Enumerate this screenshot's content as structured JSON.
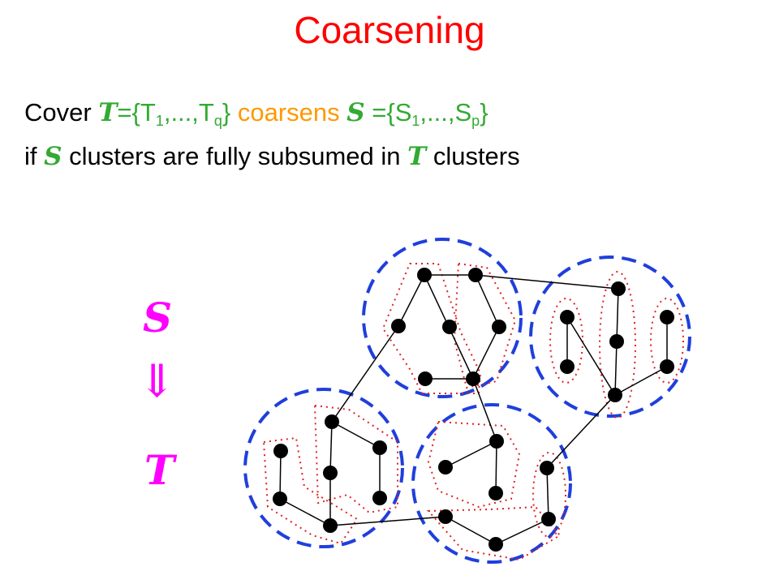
{
  "title": "Coarsening",
  "statement": {
    "cover_word": "Cover",
    "t_symbol": "T",
    "t_set_open": "={T",
    "t_sub1": "1",
    "t_mid": ",...,T",
    "t_subq": "q",
    "t_close": "}",
    "coarsens_word": "coarsens",
    "s_symbol": "S",
    "s_set_open": "={S",
    "s_sub1": "1",
    "s_mid": ",...,S",
    "s_subp": "p",
    "s_close": "}",
    "line2_if": "if",
    "line2_middle": "clusters are fully subsumed in",
    "line2_end": "clusters"
  },
  "side_labels": {
    "s_symbol": "S",
    "arrow": "⇓",
    "t_symbol": "T"
  },
  "colors": {
    "title": "#ff0000",
    "t_cover": "#33aa33",
    "coarsens": "#ff9900",
    "side_labels": "#ff00ff",
    "coarse_clusters": "#1f3fdc",
    "fine_clusters": "#e02020",
    "nodes": "#000000"
  }
}
